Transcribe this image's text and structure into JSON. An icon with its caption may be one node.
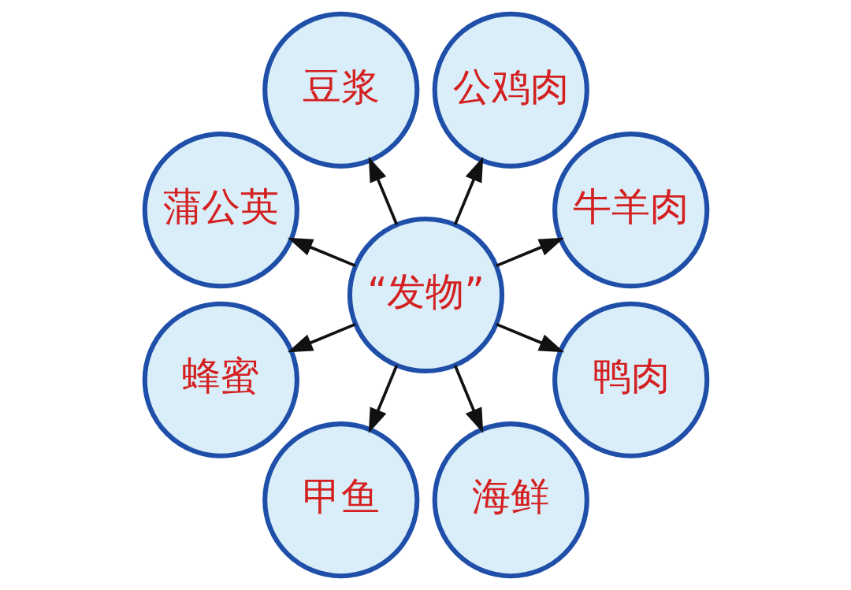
{
  "diagram": {
    "nodes": [
      {
        "text": [
          "牛羊肉"
        ]
      },
      {
        "text": [
          "公鸡肉"
        ]
      },
      {
        "text": [
          "豆浆"
        ]
      },
      {
        "text": [
          "蒲公英"
        ]
      },
      {
        "text": [
          "“发物”"
        ]
      },
      {
        "text": [
          "蜂蜜"
        ]
      },
      {
        "text": [
          "甲鱼"
        ]
      },
      {
        "text": [
          "海鲜"
        ]
      },
      {
        "text": [
          "鸭肉"
        ]
      }
    ],
    "edges": [
      {
        "from": 4,
        "to": 1,
        "arrow": "to"
      },
      {
        "from": 4,
        "to": 2,
        "arrow": "to"
      },
      {
        "from": 4,
        "to": 5,
        "arrow": "to"
      },
      {
        "from": 4,
        "to": 8,
        "arrow": "to"
      },
      {
        "from": 4,
        "to": 7,
        "arrow": "to"
      },
      {
        "from": 4,
        "to": 6,
        "arrow": "to"
      },
      {
        "from": 4,
        "to": 3,
        "arrow": "to"
      },
      {
        "from": 4,
        "to": 0,
        "arrow": "to"
      }
    ]
  }
}
